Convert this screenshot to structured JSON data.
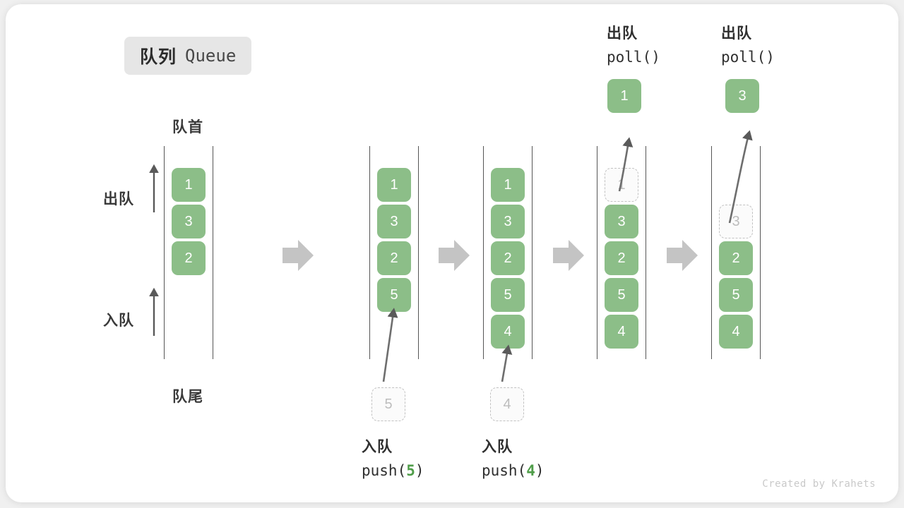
{
  "title": {
    "cn": "队列",
    "en": "Queue"
  },
  "labels": {
    "head": "队首",
    "tail": "队尾",
    "dequeue_arrow": "出队",
    "enqueue_arrow": "入队"
  },
  "credit": "Created by Krahets",
  "colors": {
    "element": "#8cbe88",
    "ghost_border": "#c2c2c2",
    "ghost_text": "#bdbdbd",
    "rail": "#555555",
    "step_arrow": "#c4c4c4",
    "accent_text": "#4f9d49",
    "card": "#ffffff",
    "background": "#f0f0f0",
    "badge": "#e6e6e6"
  },
  "columns": [
    {
      "name": "initial",
      "cells": [
        "1",
        "3",
        "2"
      ]
    },
    {
      "name": "after-push-5",
      "cells": [
        "1",
        "3",
        "2",
        "5"
      ]
    },
    {
      "name": "after-push-4",
      "cells": [
        "1",
        "3",
        "2",
        "5",
        "4"
      ]
    },
    {
      "name": "poll-1",
      "cells": [
        "1",
        "3",
        "2",
        "5",
        "4"
      ],
      "ghost_index": 0
    },
    {
      "name": "poll-3",
      "cells": [
        "",
        "3",
        "2",
        "5",
        "4"
      ],
      "ghost_index": 1
    }
  ],
  "operations": {
    "push_5": {
      "cn": "入队",
      "fn": "push(",
      "value": "5",
      "close": ")"
    },
    "push_4": {
      "cn": "入队",
      "fn": "push(",
      "value": "4",
      "close": ")"
    },
    "poll_1": {
      "cn": "出队",
      "code": "poll()",
      "result": "1"
    },
    "poll_2": {
      "cn": "出队",
      "code": "poll()",
      "result": "3"
    }
  },
  "incoming": {
    "push_5_box": "5",
    "push_4_box": "4"
  },
  "step_arrows": 4
}
